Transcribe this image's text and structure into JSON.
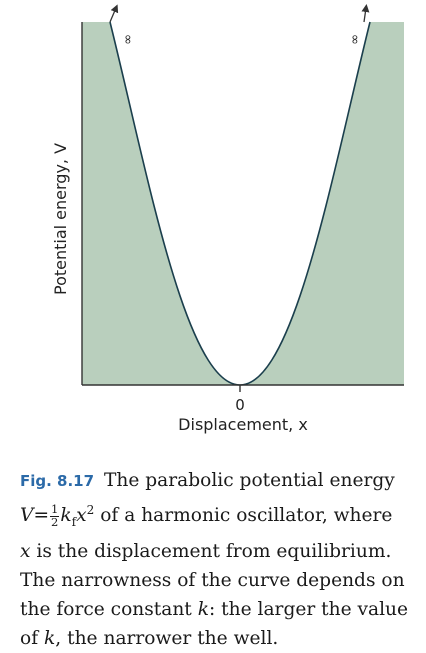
{
  "figure": {
    "ylabel": "Potential energy, V",
    "xlabel": "Displacement, x",
    "origin_label": "0",
    "infinity_left": "∞",
    "infinity_right": "∞",
    "colors": {
      "well_fill": "#b9cfbd",
      "curve": "#1b3f4d",
      "axis": "#333333",
      "caption_label": "#2b6aa8"
    }
  },
  "caption": {
    "label": "Fig. 8.17",
    "line1_text": "The parabolic potential energy",
    "line2_prefix": "V",
    "line2_eq": "=",
    "line2_frac_num": "1",
    "line2_frac_den": "2",
    "line2_k": "k",
    "line2_k_sub": "f",
    "line2_x": "x",
    "line2_x_sup": "2",
    "line2_rest": " of a harmonic oscillator, where",
    "line3_x": "x",
    "line3_rest": " is the displacement from equilibrium.",
    "line4": "The narrowness of the curve depends on",
    "line5_pre": "the force constant ",
    "line5_k": "k",
    "line5_post": ": the larger the value",
    "line6_pre": "of ",
    "line6_k": "k",
    "line6_post": ", the narrower the well."
  }
}
